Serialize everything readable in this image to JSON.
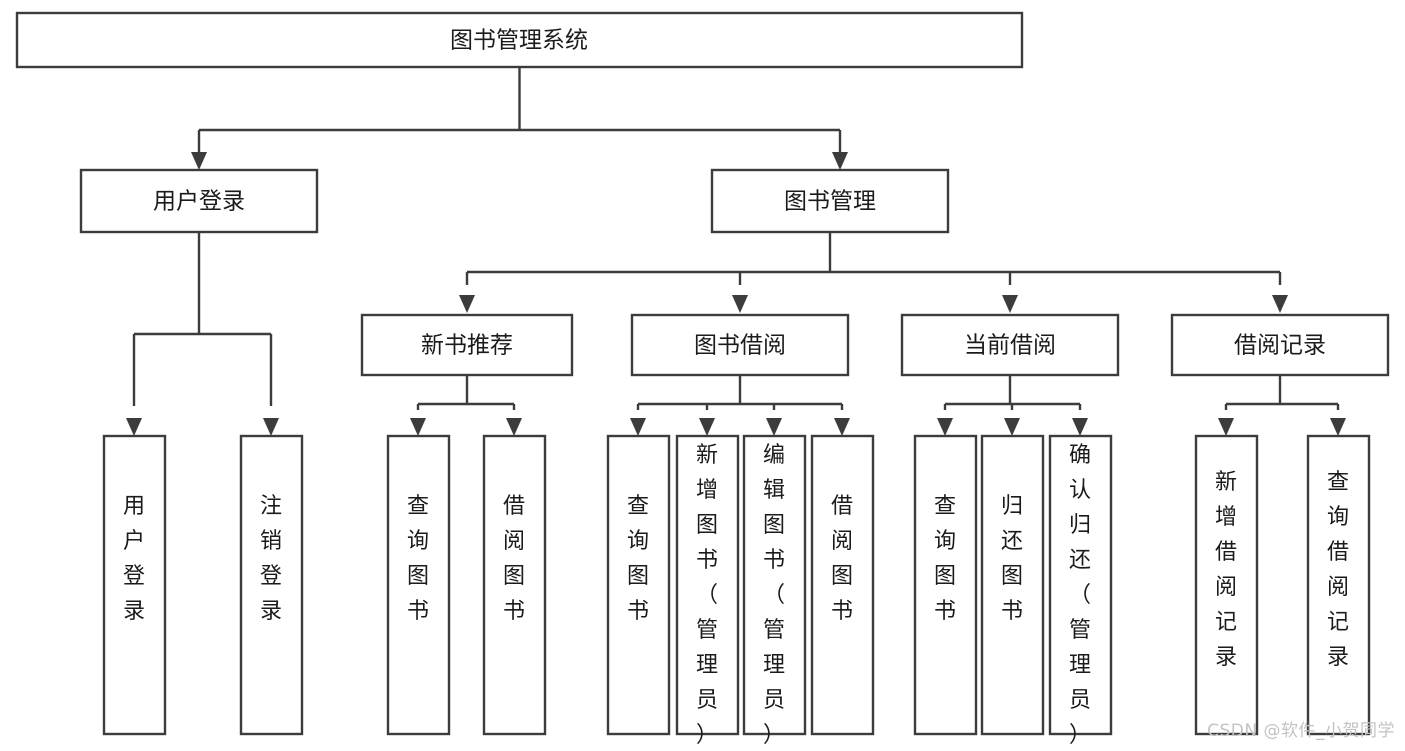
{
  "diagram": {
    "title": "图书管理系统",
    "type": "tree",
    "watermark": "CSDN @软件_小贺同学",
    "root": {
      "label": "图书管理系统"
    },
    "level2": [
      {
        "label": "用户登录"
      },
      {
        "label": "图书管理"
      }
    ],
    "level3": [
      {
        "label": "新书推荐"
      },
      {
        "label": "图书借阅"
      },
      {
        "label": "当前借阅"
      },
      {
        "label": "借阅记录"
      }
    ],
    "leaves": {
      "user_login": [
        {
          "label": "用户登录"
        },
        {
          "label": "注销登录"
        }
      ],
      "new_book_recommend": [
        {
          "label": "查询图书"
        },
        {
          "label": "借阅图书"
        }
      ],
      "book_borrow": [
        {
          "label": "查询图书"
        },
        {
          "label": "新增图书（管理员）"
        },
        {
          "label": "编辑图书（管理员）"
        },
        {
          "label": "借阅图书"
        }
      ],
      "current_borrow": [
        {
          "label": "查询图书"
        },
        {
          "label": "归还图书"
        },
        {
          "label": "确认归还（管理员）"
        }
      ],
      "borrow_record": [
        {
          "label": "新增借阅记录"
        },
        {
          "label": "查询借阅记录"
        }
      ]
    },
    "colors": {
      "box_stroke": "#3c3c3c",
      "box_fill": "#ffffff",
      "text": "#1b1b1b",
      "watermark": "#c3c3c3"
    }
  }
}
